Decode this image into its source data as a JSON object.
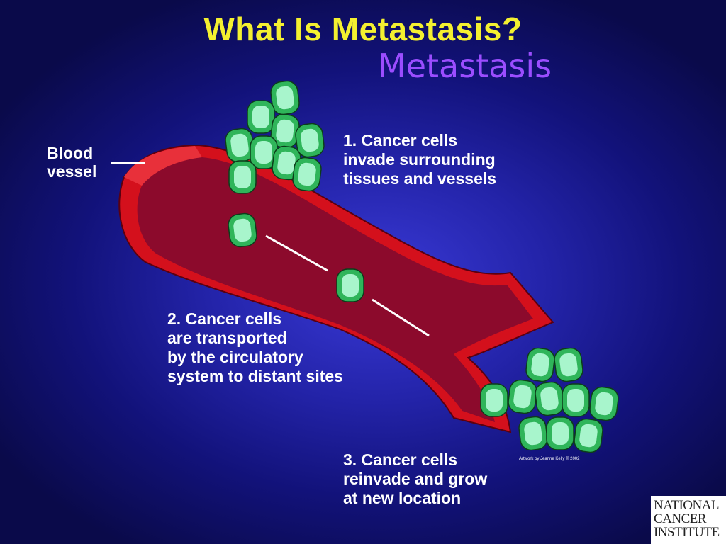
{
  "slide": {
    "title": "What Is Metastasis?",
    "subtitle": "Metastasis",
    "vessel_label": "Blood\nvessel",
    "steps": [
      {
        "text": "1. Cancer cells\ninvade surrounding\ntissues and vessels"
      },
      {
        "text": "2. Cancer cells\nare transported\nby the circulatory\nsystem to distant sites"
      },
      {
        "text": "3. Cancer cells\nreinvade and grow\nat new location"
      }
    ],
    "credit": "Artwork by Jeanne Kelly © 2002",
    "logo": [
      "NATIONAL",
      "CANCER",
      "INSTITUTE"
    ]
  },
  "colors": {
    "title": "#f4f030",
    "subtitle": "#9b4dff",
    "vessel_wall": "#d4101c",
    "vessel_lumen": "#8c0a2c",
    "cell_outer": "#2fb55a",
    "cell_inner": "#a8f5cc"
  }
}
